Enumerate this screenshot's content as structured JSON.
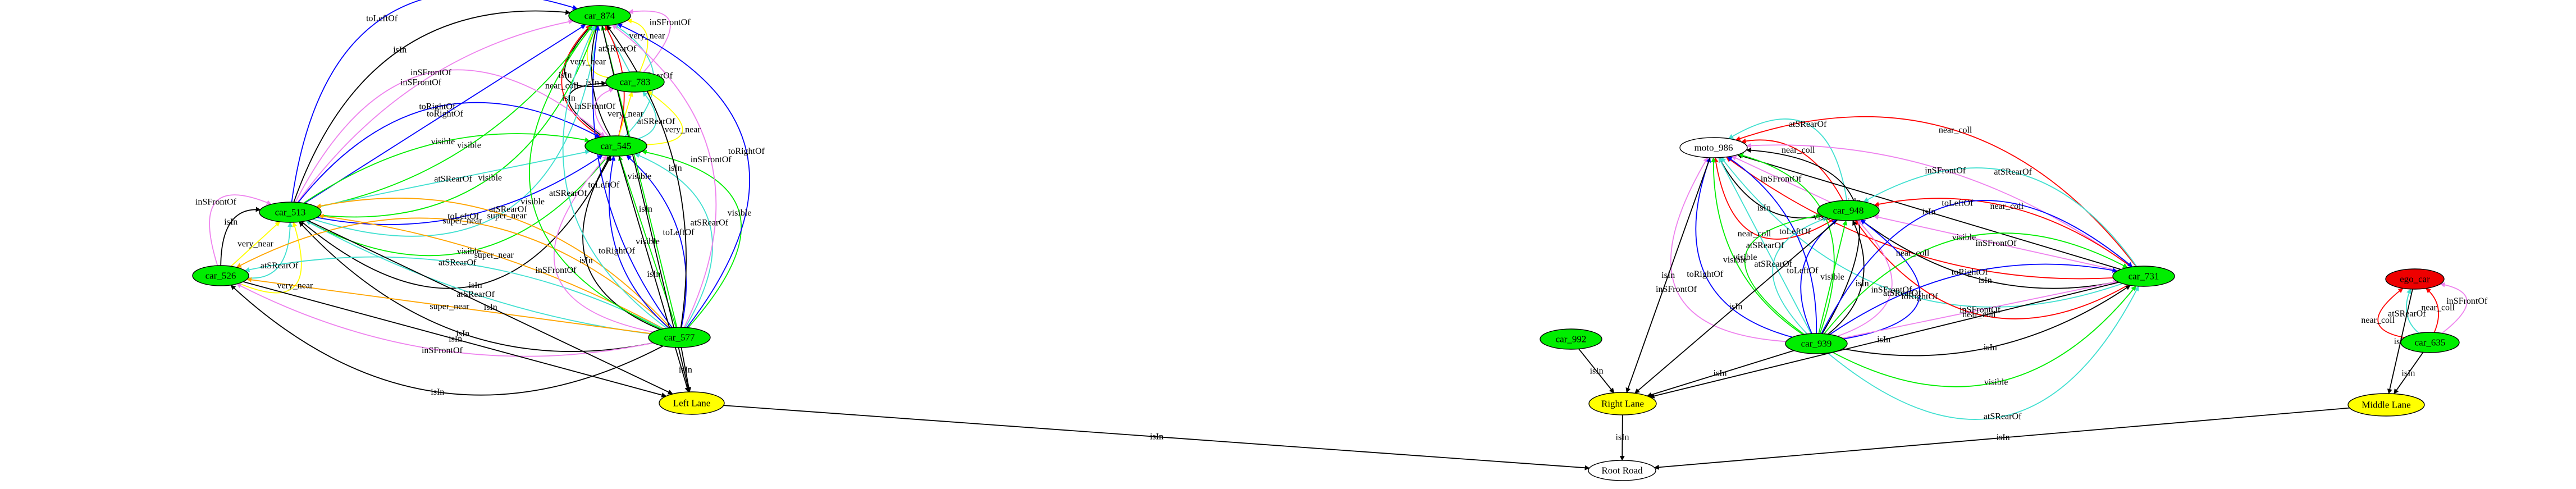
{
  "graph": {
    "nodes": [
      {
        "id": "car_874",
        "label": "car_874",
        "fill": "#00ee00"
      },
      {
        "id": "car_783",
        "label": "car_783",
        "fill": "#00ee00"
      },
      {
        "id": "car_545",
        "label": "car_545",
        "fill": "#00ee00"
      },
      {
        "id": "car_513",
        "label": "car_513",
        "fill": "#00ee00"
      },
      {
        "id": "car_526",
        "label": "car_526",
        "fill": "#00ee00"
      },
      {
        "id": "car_577",
        "label": "car_577",
        "fill": "#00ee00"
      },
      {
        "id": "left_lane",
        "label": "Left Lane",
        "fill": "#ffff00"
      },
      {
        "id": "moto_986",
        "label": "moto_986",
        "fill": "#ffffff"
      },
      {
        "id": "car_948",
        "label": "car_948",
        "fill": "#00ee00"
      },
      {
        "id": "car_731",
        "label": "car_731",
        "fill": "#00ee00"
      },
      {
        "id": "car_939",
        "label": "car_939",
        "fill": "#00ee00"
      },
      {
        "id": "car_992",
        "label": "car_992",
        "fill": "#00ee00"
      },
      {
        "id": "right_lane",
        "label": "Right Lane",
        "fill": "#ffff00"
      },
      {
        "id": "ego_car",
        "label": "ego_car",
        "fill": "#ee0000"
      },
      {
        "id": "car_635",
        "label": "car_635",
        "fill": "#00ee00"
      },
      {
        "id": "middle_lane",
        "label": "Middle Lane",
        "fill": "#ffff00"
      },
      {
        "id": "root_road",
        "label": "Root Road",
        "fill": "#ffffff"
      }
    ],
    "edges": [
      {
        "from": "car_783",
        "to": "car_874",
        "label": "isIn",
        "color": "#000000"
      },
      {
        "from": "car_783",
        "to": "car_874",
        "label": "very_near",
        "color": "#ffff00"
      },
      {
        "from": "car_783",
        "to": "car_874",
        "label": "atSRearOf",
        "color": "#40e0d0"
      },
      {
        "from": "car_783",
        "to": "car_874",
        "label": "very_near",
        "color": "#ffff00"
      },
      {
        "from": "car_783",
        "to": "car_874",
        "label": "inSFrontOf",
        "color": "#ee82ee"
      },
      {
        "from": "car_545",
        "to": "car_874",
        "label": "near_coll",
        "color": "#ff0000"
      },
      {
        "from": "car_545",
        "to": "car_874",
        "label": "isIn",
        "color": "#000000"
      },
      {
        "from": "car_545",
        "to": "car_874",
        "label": "near_coll",
        "color": "#ff0000"
      },
      {
        "from": "car_545",
        "to": "car_874",
        "label": "atSRearOf",
        "color": "#40e0d0"
      },
      {
        "from": "car_545",
        "to": "car_783",
        "label": "isIn",
        "color": "#000000"
      },
      {
        "from": "car_545",
        "to": "car_783",
        "label": "inSFrontOf",
        "color": "#ee82ee"
      },
      {
        "from": "car_545",
        "to": "car_783",
        "label": "very_near",
        "color": "#ffff00"
      },
      {
        "from": "car_545",
        "to": "car_783",
        "label": "atSRearOf",
        "color": "#40e0d0"
      },
      {
        "from": "car_545",
        "to": "car_783",
        "label": "very_near",
        "color": "#ffff00"
      },
      {
        "from": "car_513",
        "to": "car_874",
        "label": "toLeftOf",
        "color": "#0000ff"
      },
      {
        "from": "car_513",
        "to": "car_874",
        "label": "isIn",
        "color": "#000000"
      },
      {
        "from": "car_513",
        "to": "car_874",
        "label": "inSFrontOf",
        "color": "#ee82ee"
      },
      {
        "from": "car_513",
        "to": "car_874",
        "label": "toRightOf",
        "color": "#0000ff"
      },
      {
        "from": "car_513",
        "to": "car_874",
        "label": "visible",
        "color": "#00ee00"
      },
      {
        "from": "car_513",
        "to": "car_874",
        "label": "visible",
        "color": "#00ee00"
      },
      {
        "from": "car_513",
        "to": "car_874",
        "label": "atSRearOf",
        "color": "#40e0d0"
      },
      {
        "from": "car_513",
        "to": "car_545",
        "label": "inSFrontOf",
        "color": "#ee82ee"
      },
      {
        "from": "car_513",
        "to": "car_545",
        "label": "toRightOf",
        "color": "#0000ff"
      },
      {
        "from": "car_513",
        "to": "car_545",
        "label": "visible",
        "color": "#00ee00"
      },
      {
        "from": "car_513",
        "to": "car_545",
        "label": "atSRearOf",
        "color": "#40e0d0"
      },
      {
        "from": "car_513",
        "to": "car_545",
        "label": "toLeftOf",
        "color": "#0000ff"
      },
      {
        "from": "car_513",
        "to": "car_545",
        "label": "visible",
        "color": "#00ee00"
      },
      {
        "from": "car_513",
        "to": "car_545",
        "label": "isIn",
        "color": "#000000"
      },
      {
        "from": "car_526",
        "to": "car_513",
        "label": "very_near",
        "color": "#ffff00"
      },
      {
        "from": "car_526",
        "to": "car_513",
        "label": "atSRearOf",
        "color": "#40e0d0"
      },
      {
        "from": "car_526",
        "to": "car_513",
        "label": "very_near",
        "color": "#ffff00"
      },
      {
        "from": "car_526",
        "to": "car_513",
        "label": "isIn",
        "color": "#000000"
      },
      {
        "from": "car_526",
        "to": "car_513",
        "label": "inSFrontOf",
        "color": "#ee82ee"
      },
      {
        "from": "car_577",
        "to": "car_513",
        "label": "super_near",
        "color": "#ffa500"
      },
      {
        "from": "car_577",
        "to": "car_513",
        "label": "super_near",
        "color": "#ffa500"
      },
      {
        "from": "car_577",
        "to": "car_513",
        "label": "atSRearOf",
        "color": "#40e0d0"
      },
      {
        "from": "car_577",
        "to": "car_513",
        "label": "isIn",
        "color": "#000000"
      },
      {
        "from": "car_577",
        "to": "car_526",
        "label": "super_near",
        "color": "#ffa500"
      },
      {
        "from": "car_577",
        "to": "car_526",
        "label": "atSRearOf",
        "color": "#40e0d0"
      },
      {
        "from": "car_577",
        "to": "car_526",
        "label": "super_near",
        "color": "#ffa500"
      },
      {
        "from": "car_577",
        "to": "car_526",
        "label": "inSFrontOf",
        "color": "#ee82ee"
      },
      {
        "from": "car_577",
        "to": "car_526",
        "label": "isIn",
        "color": "#000000"
      },
      {
        "from": "car_577",
        "to": "car_545",
        "label": "visible",
        "color": "#00ee00"
      },
      {
        "from": "car_577",
        "to": "car_545",
        "label": "atSRearOf",
        "color": "#40e0d0"
      },
      {
        "from": "car_577",
        "to": "car_545",
        "label": "toLeftOf",
        "color": "#0000ff"
      },
      {
        "from": "car_577",
        "to": "car_545",
        "label": "visible",
        "color": "#00ee00"
      },
      {
        "from": "car_577",
        "to": "car_545",
        "label": "toRightOf",
        "color": "#0000ff"
      },
      {
        "from": "car_577",
        "to": "car_545",
        "label": "isIn",
        "color": "#000000"
      },
      {
        "from": "car_577",
        "to": "car_545",
        "label": "inSFrontOf",
        "color": "#ee82ee"
      },
      {
        "from": "car_577",
        "to": "car_874",
        "label": "visible",
        "color": "#00ee00"
      },
      {
        "from": "car_577",
        "to": "car_874",
        "label": "atSRearOf",
        "color": "#40e0d0"
      },
      {
        "from": "car_577",
        "to": "car_874",
        "label": "toLeftOf",
        "color": "#0000ff"
      },
      {
        "from": "car_577",
        "to": "car_874",
        "label": "visible",
        "color": "#00ee00"
      },
      {
        "from": "car_577",
        "to": "car_874",
        "label": "isIn",
        "color": "#000000"
      },
      {
        "from": "car_577",
        "to": "car_874",
        "label": "inSFrontOf",
        "color": "#ee82ee"
      },
      {
        "from": "car_577",
        "to": "car_874",
        "label": "toRightOf",
        "color": "#0000ff"
      },
      {
        "from": "car_513",
        "to": "left_lane",
        "label": "isIn",
        "color": "#000000"
      },
      {
        "from": "car_526",
        "to": "left_lane",
        "label": "isIn",
        "color": "#000000"
      },
      {
        "from": "car_577",
        "to": "left_lane",
        "label": "isIn",
        "color": "#000000"
      },
      {
        "from": "car_545",
        "to": "left_lane",
        "label": "isIn",
        "color": "#000000"
      },
      {
        "from": "car_874",
        "to": "left_lane",
        "label": "isIn",
        "color": "#000000"
      },
      {
        "from": "left_lane",
        "to": "root_road",
        "label": "isIn",
        "color": "#000000"
      },
      {
        "from": "car_948",
        "to": "moto_986",
        "label": "near_coll",
        "color": "#ff0000"
      },
      {
        "from": "car_948",
        "to": "moto_986",
        "label": "isIn",
        "color": "#000000"
      },
      {
        "from": "car_948",
        "to": "moto_986",
        "label": "inSFrontOf",
        "color": "#ee82ee"
      },
      {
        "from": "car_948",
        "to": "moto_986",
        "label": "near_coll",
        "color": "#ff0000"
      },
      {
        "from": "car_948",
        "to": "moto_986",
        "label": "atSRearOf",
        "color": "#40e0d0"
      },
      {
        "from": "car_731",
        "to": "moto_986",
        "label": "atSRearOf",
        "color": "#40e0d0"
      },
      {
        "from": "car_731",
        "to": "moto_986",
        "label": "near_coll",
        "color": "#ff0000"
      },
      {
        "from": "car_731",
        "to": "moto_986",
        "label": "isIn",
        "color": "#000000"
      },
      {
        "from": "car_731",
        "to": "moto_986",
        "label": "inSFrontOf",
        "color": "#ee82ee"
      },
      {
        "from": "car_731",
        "to": "moto_986",
        "label": "near_coll",
        "color": "#ff0000"
      },
      {
        "from": "car_731",
        "to": "car_948",
        "label": "near_coll",
        "color": "#ff0000"
      },
      {
        "from": "car_731",
        "to": "car_948",
        "label": "isIn",
        "color": "#000000"
      },
      {
        "from": "car_731",
        "to": "car_948",
        "label": "inSFrontOf",
        "color": "#ee82ee"
      },
      {
        "from": "car_731",
        "to": "car_948",
        "label": "near_coll",
        "color": "#ff0000"
      },
      {
        "from": "car_731",
        "to": "car_948",
        "label": "atSRearOf",
        "color": "#40e0d0"
      },
      {
        "from": "car_939",
        "to": "moto_986",
        "label": "inSFrontOf",
        "color": "#ee82ee"
      },
      {
        "from": "car_939",
        "to": "moto_986",
        "label": "toRightOf",
        "color": "#0000ff"
      },
      {
        "from": "car_939",
        "to": "moto_986",
        "label": "visible",
        "color": "#00ee00"
      },
      {
        "from": "car_939",
        "to": "moto_986",
        "label": "atSRearOf",
        "color": "#40e0d0"
      },
      {
        "from": "car_939",
        "to": "moto_986",
        "label": "toLeftOf",
        "color": "#0000ff"
      },
      {
        "from": "car_939",
        "to": "moto_986",
        "label": "visible",
        "color": "#00ee00"
      },
      {
        "from": "car_939",
        "to": "moto_986",
        "label": "isIn",
        "color": "#000000"
      },
      {
        "from": "car_939",
        "to": "car_948",
        "label": "visible",
        "color": "#00ee00"
      },
      {
        "from": "car_939",
        "to": "car_948",
        "label": "atSRearOf",
        "color": "#40e0d0"
      },
      {
        "from": "car_939",
        "to": "car_948",
        "label": "toLeftOf",
        "color": "#0000ff"
      },
      {
        "from": "car_939",
        "to": "car_948",
        "label": "visible",
        "color": "#00ee00"
      },
      {
        "from": "car_939",
        "to": "car_948",
        "label": "isIn",
        "color": "#000000"
      },
      {
        "from": "car_939",
        "to": "car_948",
        "label": "inSFrontOf",
        "color": "#ee82ee"
      },
      {
        "from": "car_939",
        "to": "car_948",
        "label": "toRightOf",
        "color": "#0000ff"
      },
      {
        "from": "car_939",
        "to": "car_731",
        "label": "atSRearOf",
        "color": "#40e0d0"
      },
      {
        "from": "car_939",
        "to": "car_731",
        "label": "visible",
        "color": "#00ee00"
      },
      {
        "from": "car_939",
        "to": "car_731",
        "label": "isIn",
        "color": "#000000"
      },
      {
        "from": "car_939",
        "to": "car_731",
        "label": "inSFrontOf",
        "color": "#ee82ee"
      },
      {
        "from": "car_939",
        "to": "car_731",
        "label": "toRightOf",
        "color": "#0000ff"
      },
      {
        "from": "car_939",
        "to": "car_731",
        "label": "visible",
        "color": "#00ee00"
      },
      {
        "from": "car_939",
        "to": "car_731",
        "label": "toLeftOf",
        "color": "#0000ff"
      },
      {
        "from": "moto_986",
        "to": "right_lane",
        "label": "isIn",
        "color": "#000000"
      },
      {
        "from": "car_948",
        "to": "right_lane",
        "label": "isIn",
        "color": "#000000"
      },
      {
        "from": "car_731",
        "to": "right_lane",
        "label": "isIn",
        "color": "#000000"
      },
      {
        "from": "car_939",
        "to": "right_lane",
        "label": "isIn",
        "color": "#000000"
      },
      {
        "from": "car_992",
        "to": "right_lane",
        "label": "isIn",
        "color": "#000000"
      },
      {
        "from": "right_lane",
        "to": "root_road",
        "label": "isIn",
        "color": "#000000"
      },
      {
        "from": "car_635",
        "to": "ego_car",
        "label": "near_coll",
        "color": "#ff0000"
      },
      {
        "from": "car_635",
        "to": "ego_car",
        "label": "atSRearOf",
        "color": "#40e0d0"
      },
      {
        "from": "car_635",
        "to": "ego_car",
        "label": "near_coll",
        "color": "#ff0000"
      },
      {
        "from": "car_635",
        "to": "ego_car",
        "label": "inSFrontOf",
        "color": "#ee82ee"
      },
      {
        "from": "ego_car",
        "to": "middle_lane",
        "label": "isIn",
        "color": "#000000"
      },
      {
        "from": "car_635",
        "to": "middle_lane",
        "label": "isIn",
        "color": "#000000"
      },
      {
        "from": "middle_lane",
        "to": "root_road",
        "label": "isIn",
        "color": "#000000"
      }
    ]
  }
}
